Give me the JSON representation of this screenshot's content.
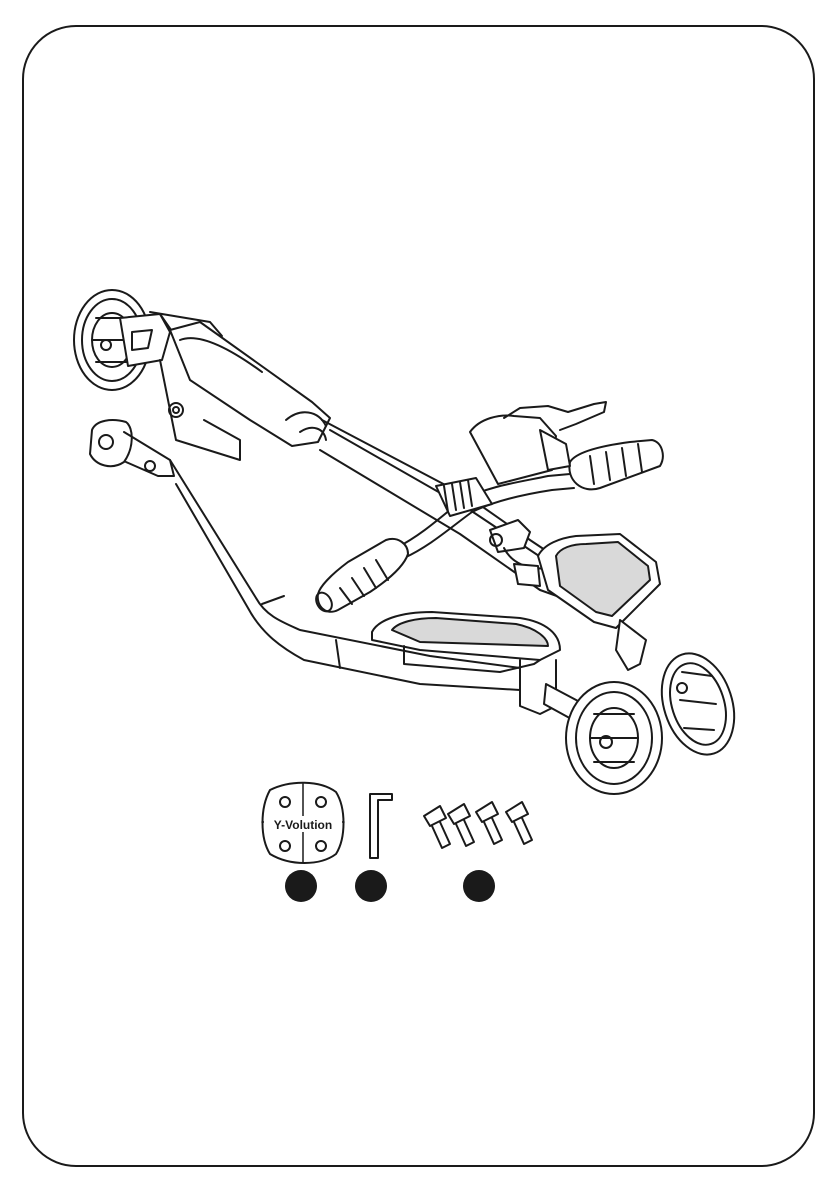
{
  "page": {
    "colors": {
      "ink": "#1a1a1a",
      "paper": "#ffffff",
      "tread": "#d9d9d9"
    }
  },
  "parts": {
    "plate_logo": "Y-Volution",
    "items": [
      {
        "name": "logo-plate",
        "icon": "logo-plate-icon"
      },
      {
        "name": "hex-key",
        "icon": "hex-key-icon"
      },
      {
        "name": "bolts",
        "icon": "bolt-icon",
        "count": 4
      }
    ]
  }
}
